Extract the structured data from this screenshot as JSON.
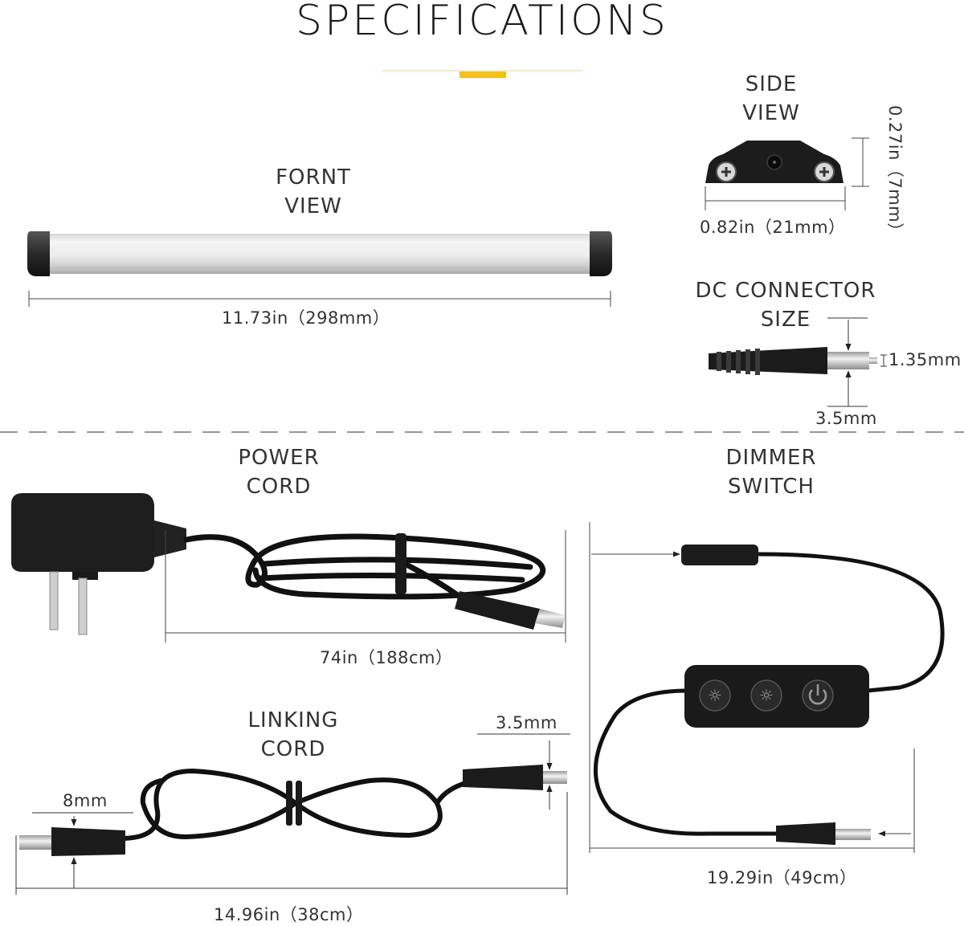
{
  "header": {
    "title": "SPECIFICATIONS",
    "accent_color": "#f2c21b",
    "rule_color": "#f5e6a8"
  },
  "front_view": {
    "label_line1": "FORNT",
    "label_line2": "VIEW",
    "length": "11.73in（298mm）"
  },
  "side_view": {
    "label_line1": "SIDE",
    "label_line2": "VIEW",
    "width": "0.82in（21mm）",
    "height": "0.27in（7mm）"
  },
  "dc_connector": {
    "label_line1": "DC CONNECTOR",
    "label_line2": "SIZE",
    "inner_diameter": "1.35mm",
    "outer_diameter": "3.5mm"
  },
  "power_cord": {
    "label_line1": "POWER",
    "label_line2": "CORD",
    "length": "74in（188cm）"
  },
  "dimmer_switch": {
    "label_line1": "DIMMER",
    "label_line2": "SWITCH",
    "length": "19.29in（49cm）"
  },
  "linking_cord": {
    "label_line1": "LINKING",
    "label_line2": "CORD",
    "tip_diameter": "3.5mm",
    "body_diameter": "8mm",
    "length": "14.96in（38cm）"
  }
}
